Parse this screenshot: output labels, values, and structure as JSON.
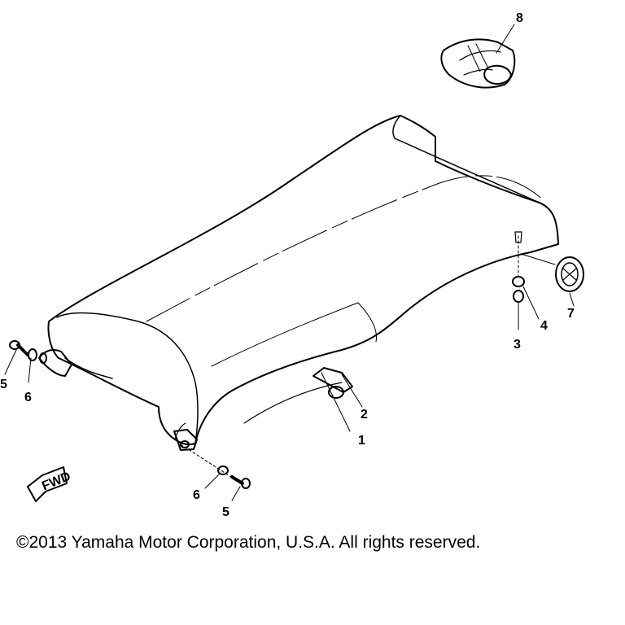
{
  "callouts": [
    {
      "id": "1",
      "text": "1"
    },
    {
      "id": "2",
      "text": "2"
    },
    {
      "id": "3",
      "text": "3"
    },
    {
      "id": "4",
      "text": "4"
    },
    {
      "id": "5a",
      "text": "5"
    },
    {
      "id": "5b",
      "text": "5"
    },
    {
      "id": "6a",
      "text": "6"
    },
    {
      "id": "6b",
      "text": "6"
    },
    {
      "id": "7",
      "text": "7"
    },
    {
      "id": "8",
      "text": "8"
    }
  ],
  "fwd_label": "FWD",
  "copyright": "©2013 Yamaha Motor Corporation, U.S.A. All rights reserved."
}
